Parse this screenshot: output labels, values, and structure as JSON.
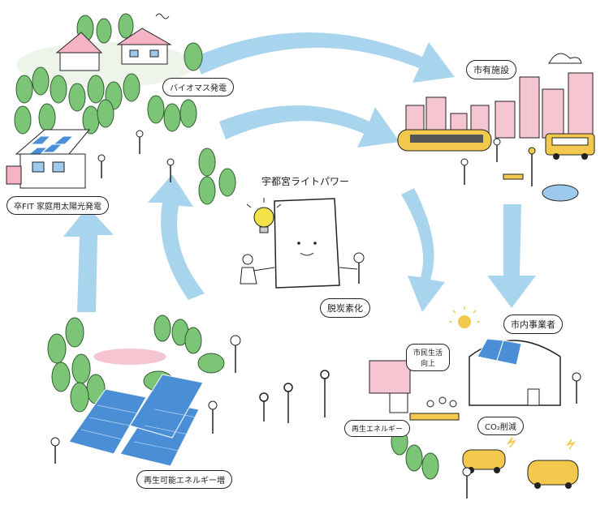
{
  "title": "宇都宮ライトパワー",
  "center_label": "脱炭素化",
  "labels": {
    "biomass": "バイオマス発電",
    "home_solar": "卒FIT 家庭用太陽光発電",
    "city_facilities": "市有施設",
    "businesses": "市内事業者",
    "citizen_life": "市民生活\n向上",
    "renewable": "再生エネルギー",
    "co2": "CO₂削減",
    "re_increase": "再生可能エネルギー増"
  },
  "colors": {
    "arrow": "#a9d4ee",
    "tree": "#7cc576",
    "solar": "#4a8fd6",
    "house_roof": "#f4b4c4",
    "building": "#f6c5d2",
    "tram": "#f2c94c",
    "sun": "#f2c94c"
  }
}
